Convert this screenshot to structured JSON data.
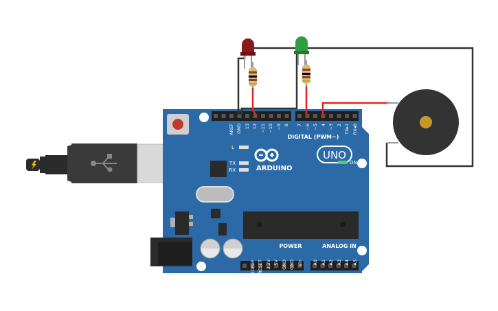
{
  "board": {
    "name": "ARDUINO",
    "model": "UNO",
    "on_label": "ON",
    "l_label": "L",
    "tx_label": "TX",
    "rx_label": "RX",
    "digital_label": "DIGITAL (PWM~)",
    "power_label": "POWER",
    "analog_label": "ANALOG IN",
    "digital_pins": [
      "AREF",
      "GND",
      "13",
      "12",
      "~11",
      "~10",
      "~9",
      "8",
      "7",
      "~6",
      "~5",
      "4",
      "~3",
      "2",
      "TX▸1",
      "RX◂0"
    ],
    "power_pins": [
      "IOREF",
      "RESET",
      "3.3V",
      "5V",
      "GND",
      "GND",
      "Vin"
    ],
    "analog_pins": [
      "A0",
      "A1",
      "A2",
      "A3",
      "A4",
      "A5"
    ]
  },
  "components": {
    "led_red_color": "#8b1a1a",
    "led_green_color": "#2e9e3e",
    "board_color": "#2b6aa6",
    "wire_red": "#e02424",
    "wire_black": "#333333",
    "buzzer_color": "#333333",
    "buzzer_center": "#c9962e"
  }
}
